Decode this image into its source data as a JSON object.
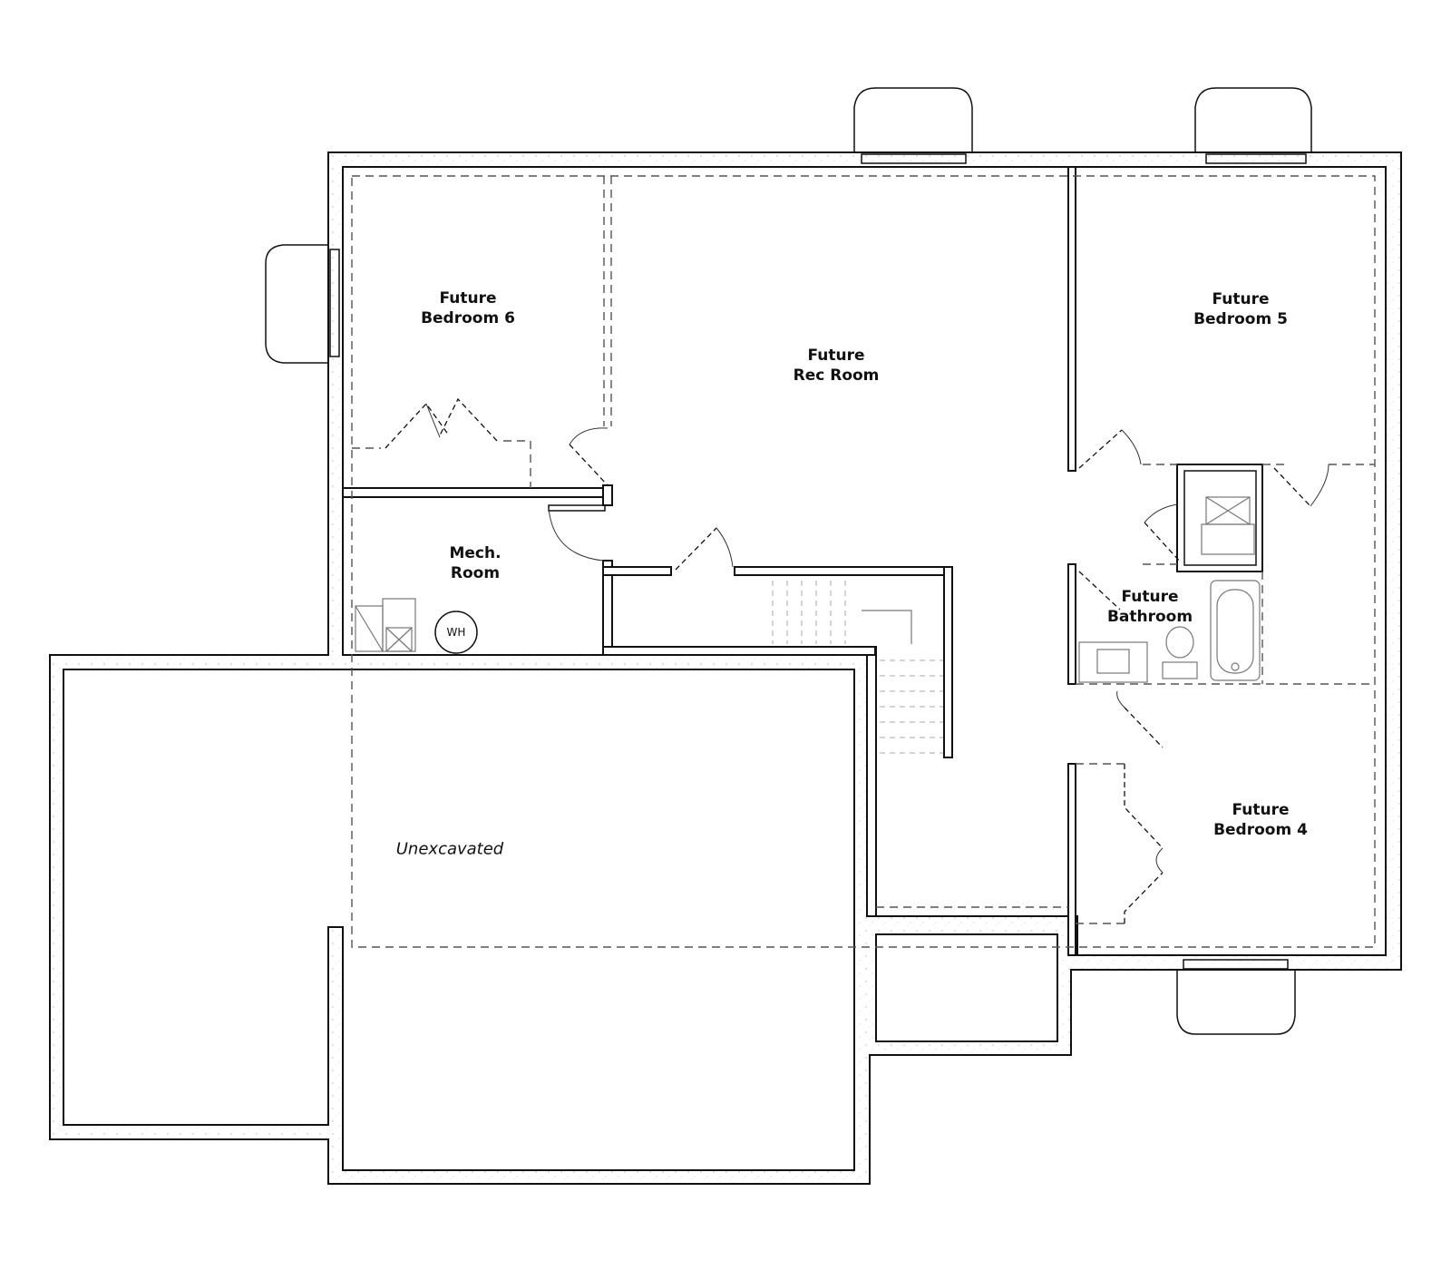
{
  "plan": {
    "rooms": [
      {
        "id": "bedroom-6",
        "line1": "Future",
        "line2": "Bedroom 6"
      },
      {
        "id": "rec-room",
        "line1": "Future",
        "line2": "Rec Room"
      },
      {
        "id": "bedroom-5",
        "line1": "Future",
        "line2": "Bedroom 5"
      },
      {
        "id": "mech-room",
        "line1": "Mech.",
        "line2": "Room"
      },
      {
        "id": "bathroom",
        "line1": "Future",
        "line2": "Bathroom"
      },
      {
        "id": "bedroom-4",
        "line1": "Future",
        "line2": "Bedroom 4"
      }
    ],
    "unexcavated_label": "Unexcavated",
    "water_heater_label": "WH"
  }
}
